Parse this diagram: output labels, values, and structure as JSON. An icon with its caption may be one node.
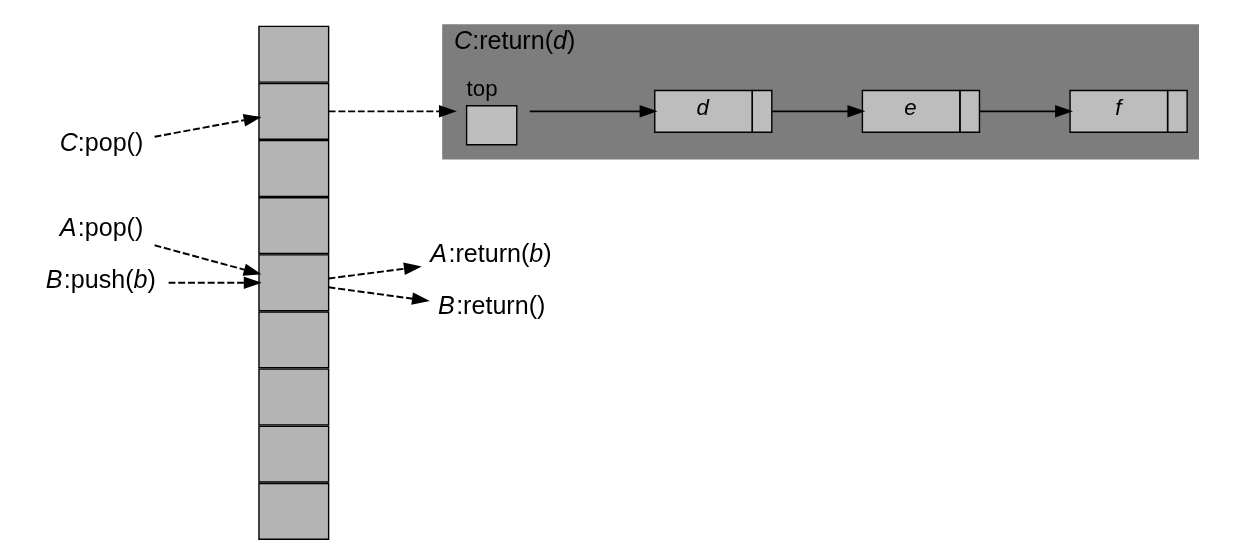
{
  "diagram": {
    "nodes": [
      {
        "text": [
          "*C*:pop()"
        ]
      },
      {
        "text": [
          "*A*:pop()"
        ]
      },
      {
        "text": [
          "*B*:push(*b*)"
        ]
      },
      {
        "text": [],
        "shape": "box"
      },
      {
        "text": [],
        "shape": "box"
      },
      {
        "text": [],
        "shape": "box"
      },
      {
        "text": [],
        "shape": "box"
      },
      {
        "text": [],
        "shape": "box"
      },
      {
        "text": [],
        "shape": "box"
      },
      {
        "text": [],
        "shape": "box"
      },
      {
        "text": [],
        "shape": "box"
      },
      {
        "text": [],
        "shape": "box"
      },
      {
        "text": [
          "*A*:return(*b*)"
        ]
      },
      {
        "text": [
          "*B*:return()"
        ]
      },
      {
        "text": [
          "*C*:return(*d*)"
        ]
      },
      {
        "text": [
          "top"
        ],
        "in": 14
      },
      {
        "text": [
          "d"
        ],
        "in": 14
      },
      {
        "text": [
          "e"
        ],
        "in": 14
      },
      {
        "text": [
          "f"
        ],
        "in": 14
      }
    ],
    "edges": [
      {
        "from": 0,
        "to": 4,
        "arrow": "to",
        "style": "dashed"
      },
      {
        "from": 1,
        "to": 7,
        "arrow": "to",
        "style": "dashed"
      },
      {
        "from": 2,
        "to": 7,
        "arrow": "to",
        "style": "dashed"
      },
      {
        "from": 4,
        "to": 15,
        "arrow": "to",
        "style": "dashed"
      },
      {
        "from": 7,
        "to": 12,
        "arrow": "to",
        "style": "dashed"
      },
      {
        "from": 7,
        "to": 13,
        "arrow": "to",
        "style": "dashed"
      },
      {
        "from": 15,
        "to": 16,
        "arrow": "to"
      },
      {
        "from": 16,
        "to": 17,
        "arrow": "to"
      },
      {
        "from": 17,
        "to": 18,
        "arrow": "to"
      }
    ]
  }
}
